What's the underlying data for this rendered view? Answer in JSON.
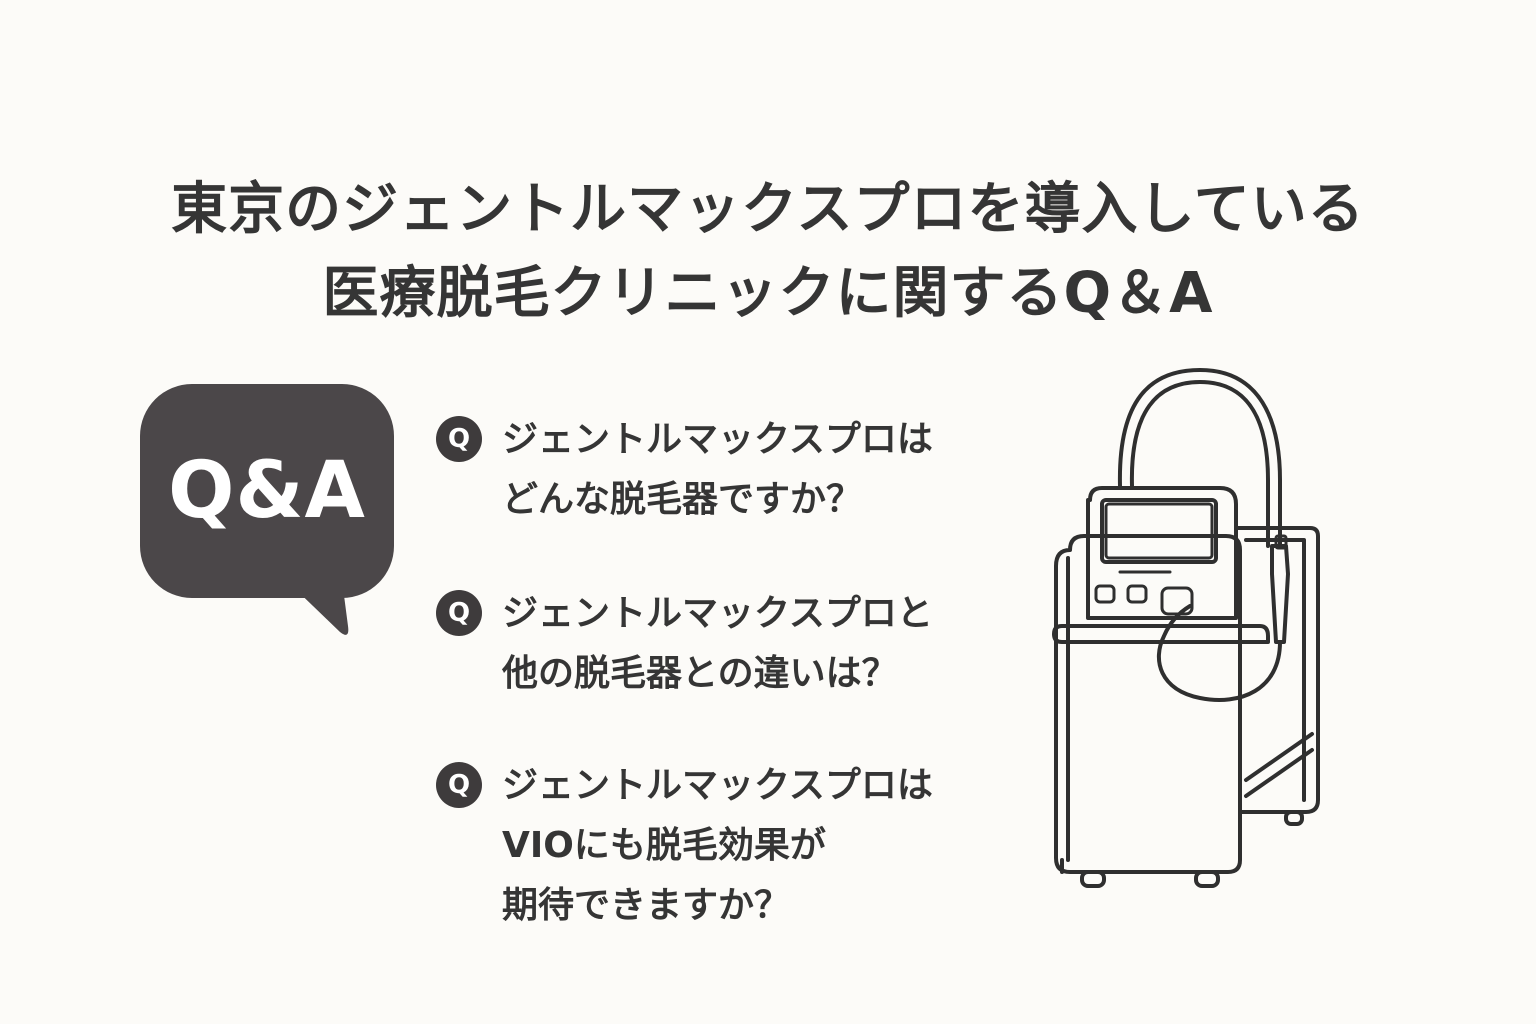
{
  "title": {
    "line1": "東京のジェントルマックスプロを導入している",
    "line2": "医療脱毛クリニックに関するQ＆A"
  },
  "badge": {
    "label": "Q&A",
    "color": "#4b4749"
  },
  "questions": [
    {
      "marker": "Q",
      "text": "ジェントルマックスプロは\nどんな脱毛器ですか？"
    },
    {
      "marker": "Q",
      "text": "ジェントルマックスプロと\n他の脱毛器との違いは？"
    },
    {
      "marker": "Q",
      "text": "ジェントルマックスプロは\nVIOにも脱毛効果が\n期待できますか？"
    }
  ],
  "illustration": {
    "icon": "laser-hair-removal-machine-icon"
  },
  "colors": {
    "background": "#fcfbf8",
    "text": "#353535",
    "badge": "#4b4749"
  }
}
